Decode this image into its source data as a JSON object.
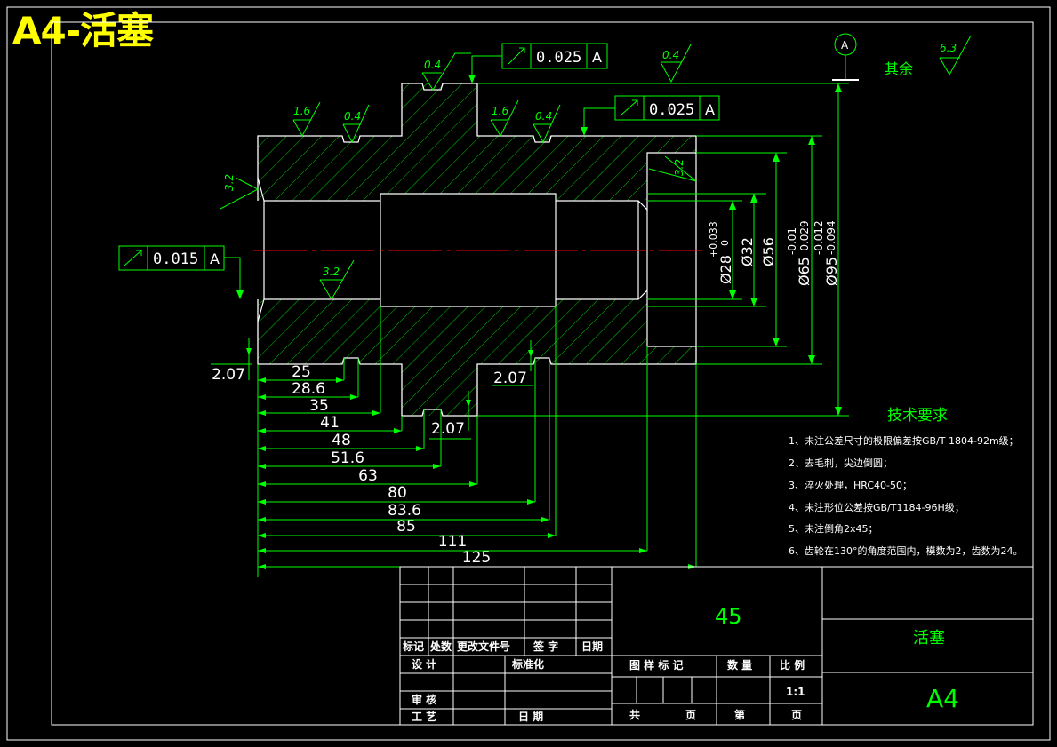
{
  "title": "A4-活塞",
  "datum_label": "A",
  "roughness": {
    "rest_value": "6.3",
    "rest_label": "其余",
    "marks": [
      "0.4",
      "1.6",
      "0.4",
      "1.6",
      "0.4",
      "0.4",
      "3.2",
      "3.2",
      "3.2"
    ]
  },
  "tolerance_frames": [
    {
      "value": "0.025",
      "datum": "A"
    },
    {
      "value": "0.025",
      "datum": "A"
    },
    {
      "value": "0.015",
      "datum": "A"
    }
  ],
  "diameters": [
    {
      "nominal": "Ø28",
      "upper": "+0.033",
      "lower": "0"
    },
    {
      "nominal": "Ø32"
    },
    {
      "nominal": "Ø56"
    },
    {
      "nominal": "Ø65",
      "upper": "-0.01",
      "lower": "-0.029"
    },
    {
      "nominal": "Ø95",
      "upper": "-0.012",
      "lower": "-0.094"
    }
  ],
  "groove_widths": [
    "2.07",
    "2.07",
    "2.07"
  ],
  "lengths": [
    "25",
    "28.6",
    "35",
    "41",
    "48",
    "51.6",
    "63",
    "80",
    "83.6",
    "85",
    "111",
    "125"
  ],
  "tech_requirements": {
    "heading": "技术要求",
    "items": [
      "1、未注公差尺寸的极限偏差按GB/T 1804-92m级；",
      "2、去毛刺，尖边倒圆；",
      "3、淬火处理，HRC40-50；",
      "4、未注形位公差按GB/T1184-96H级；",
      "5、未注倒角2x45；",
      "6、齿轮在130°的角度范围内，模数为2，齿数为24。"
    ]
  },
  "title_block": {
    "material": "45",
    "part_name": "活塞",
    "sheet_size": "A4",
    "revision_headers": [
      "标记",
      "处数",
      "更改文件号",
      "签 字",
      "日期"
    ],
    "design": "设 计",
    "standardization": "标准化",
    "review": "审 核",
    "process": "工 艺",
    "date": "日 期",
    "drawing_mark": "图 样 标 记",
    "quantity": "数 量",
    "scale_label": "比 例",
    "scale_value": "1:1",
    "total_label": "共",
    "page_label_1": "页",
    "sheet_label": "第",
    "page_label_2": "页"
  }
}
